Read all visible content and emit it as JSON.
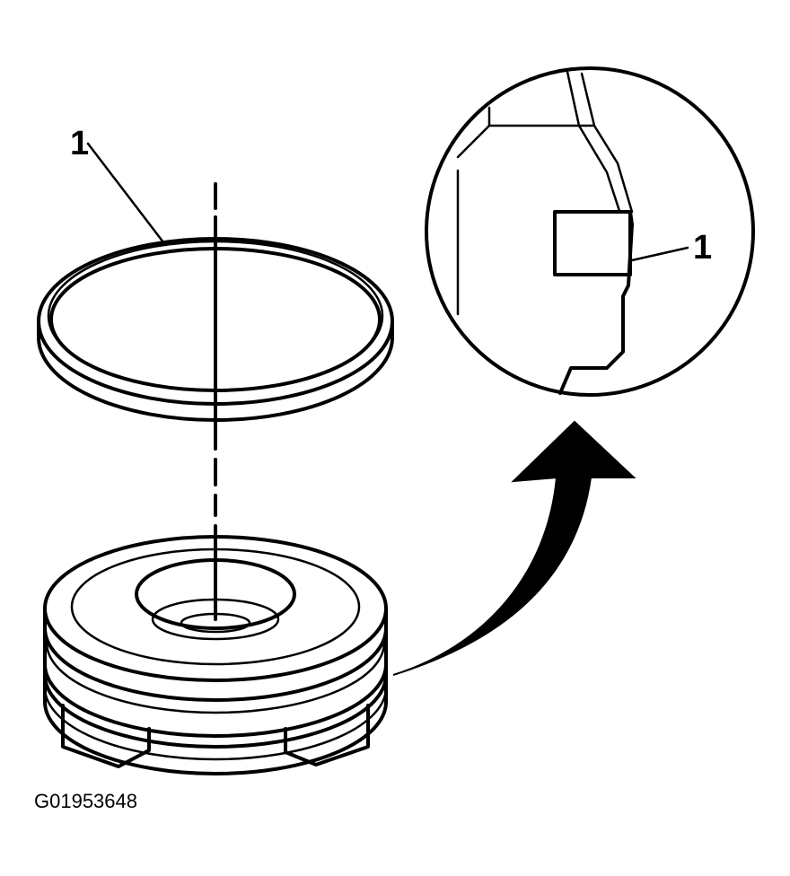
{
  "callouts": {
    "ring_label": "1",
    "detail_label": "1"
  },
  "figure_id": "G01953648",
  "colors": {
    "ink": "#000000",
    "paper": "#ffffff"
  }
}
